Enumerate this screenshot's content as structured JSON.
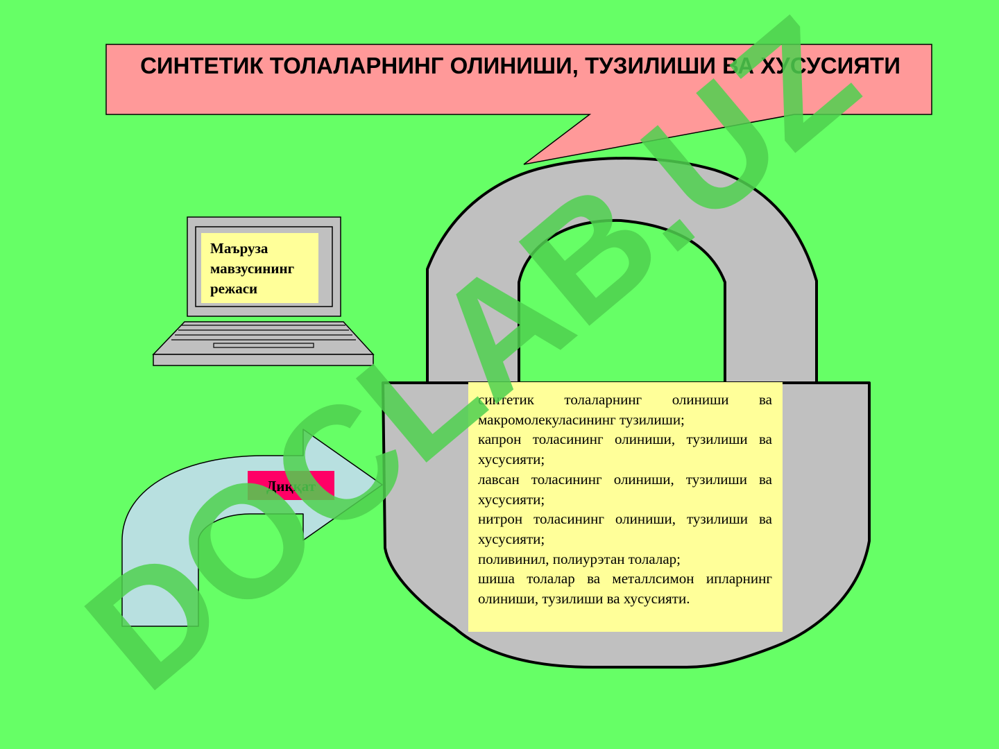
{
  "title": "СИНТЕТИК ТОЛАЛАРНИНГ ОЛИНИШИ, ТУЗИЛИШИ ВА ХУСУСИЯТИ",
  "laptop_screen_text": "Маъруза мавзусининг режаси",
  "attention_label": "Диққат",
  "topics": [
    "синтетик толаларнинг олиниши ва макромолекуласининг тузилиши;",
    "капрон толасининг олиниши, тузилиши ва хусусияти;",
    "лавсан толасининг олиниши, тузилиши ва хусусияти;",
    "нитрон толасининг олиниши, тузилиши ва хусусияти;",
    "поливинил, полиурэтан толалар;",
    "шиша толалар ва металлсимон ипларнинг олиниши, тузилиши ва хусусияти."
  ],
  "watermark": "DOCLAB.UZ",
  "colors": {
    "background": "#66ff66",
    "callout": "#ff9999",
    "lock": "#c0c0c0",
    "text_box": "#ffff99",
    "attention": "#ff0066",
    "arrow": "#b8e0e0",
    "watermark": "#4fd04f"
  }
}
